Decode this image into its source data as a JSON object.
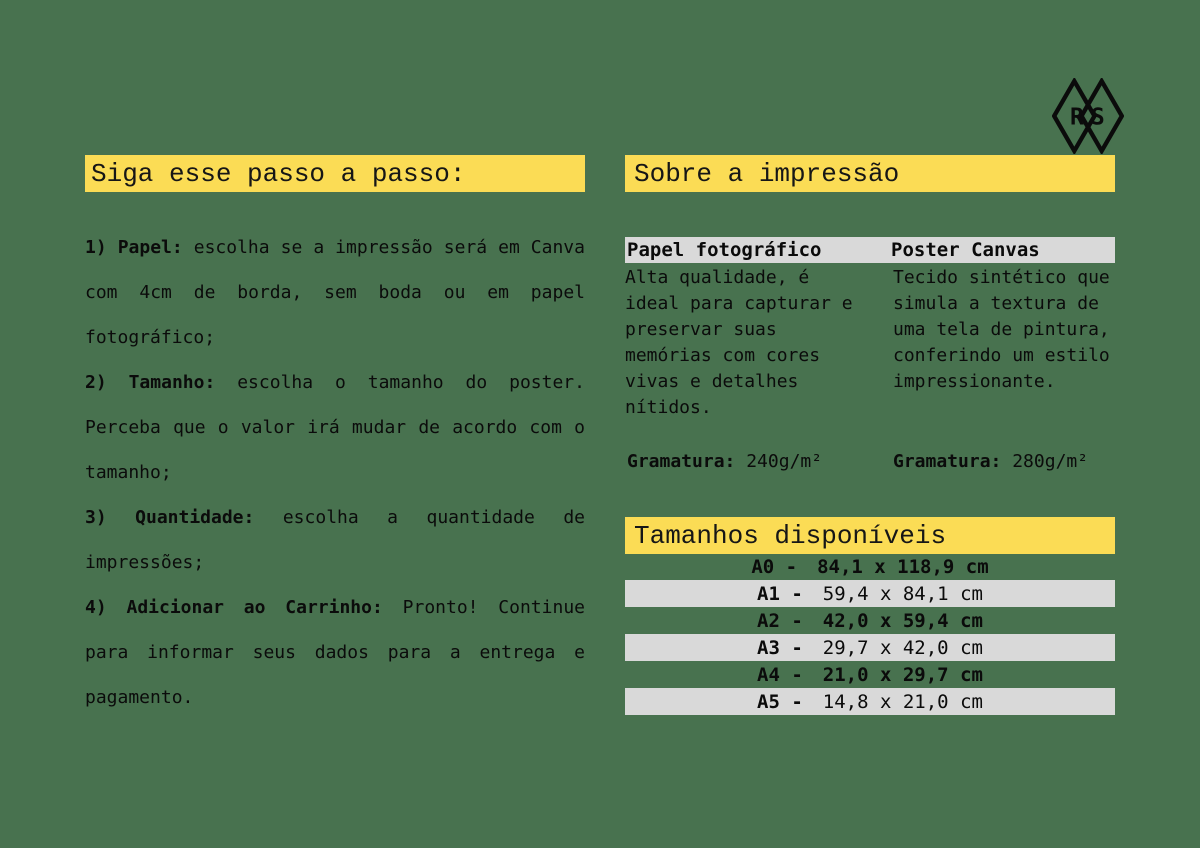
{
  "page": {
    "background_color": "#48724F",
    "accent_yellow": "#FBDC55",
    "band_gray": "#D9D9D9",
    "text_color": "#0b0b0b"
  },
  "logo": {
    "letter_left": "R",
    "letter_right": "S"
  },
  "left_section": {
    "title": "Siga esse passo a passo:",
    "steps": [
      {
        "label": "1) Papel:",
        "text": "escolha se a impressão será em Canva com 4cm de borda, sem boda ou em papel fotográfico;"
      },
      {
        "label": "2) Tamanho:",
        "text": "escolha o tamanho do poster. Perceba que o valor irá mudar de acordo com o tamanho;"
      },
      {
        "label": "3) Quantidade:",
        "text": "escolha a quantidade de impressões;"
      },
      {
        "label": "4) Adicionar ao Carrinho:",
        "text": "Pronto! Continue para informar seus dados para a entrega e pagamento."
      }
    ]
  },
  "about_section": {
    "title": "Sobre a impressão",
    "columns": [
      {
        "header": "Papel fotográfico",
        "description": "Alta qualidade, é ideal para capturar e preservar suas memórias com cores vivas e detalhes nítidos.",
        "weight_label": "Gramatura:",
        "weight_value": "240g/m²"
      },
      {
        "header": "Poster Canvas",
        "description": "Tecido sintético que simula a textura de uma tela de pintura, conferindo um estilo impressionante.",
        "weight_label": "Gramatura:",
        "weight_value": "280g/m²"
      }
    ]
  },
  "sizes_section": {
    "title": "Tamanhos disponíveis",
    "rows": [
      {
        "label": "A0 -",
        "size": "84,1 x 118,9 cm"
      },
      {
        "label": "A1 -",
        "size": "59,4 x 84,1 cm"
      },
      {
        "label": "A2 -",
        "size": "42,0 x 59,4 cm"
      },
      {
        "label": "A3 -",
        "size": "29,7 x 42,0 cm"
      },
      {
        "label": "A4 -",
        "size": "21,0 x 29,7 cm"
      },
      {
        "label": "A5 -",
        "size": "14,8 x 21,0 cm"
      }
    ]
  }
}
